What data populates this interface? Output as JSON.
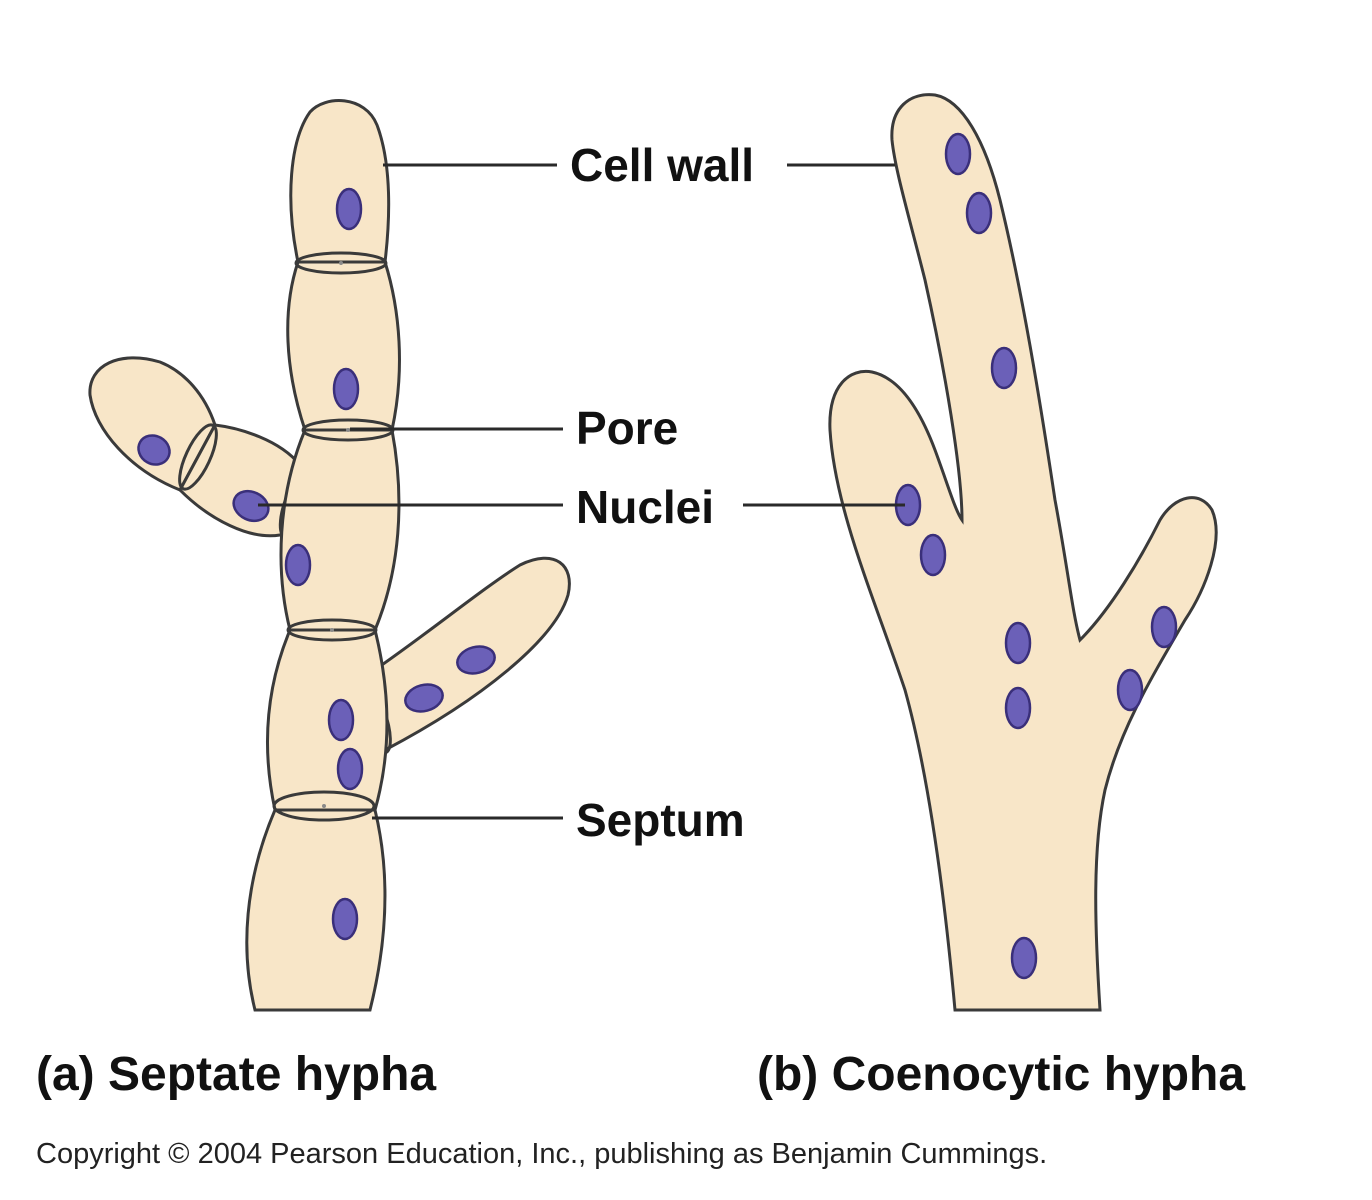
{
  "labels": {
    "cell_wall": "Cell wall",
    "pore": "Pore",
    "nuclei": "Nuclei",
    "septum": "Septum"
  },
  "captions": {
    "septate": "(a) Septate hypha",
    "coenocytic": "(b) Coenocytic hypha"
  },
  "copyright": "Copyright © 2004 Pearson Education, Inc., publishing as Benjamin Cummings.",
  "colors": {
    "cytoplasm": "#f8e6c8",
    "nucleus": "#6b60b8",
    "outline": "#3a3a3a"
  }
}
